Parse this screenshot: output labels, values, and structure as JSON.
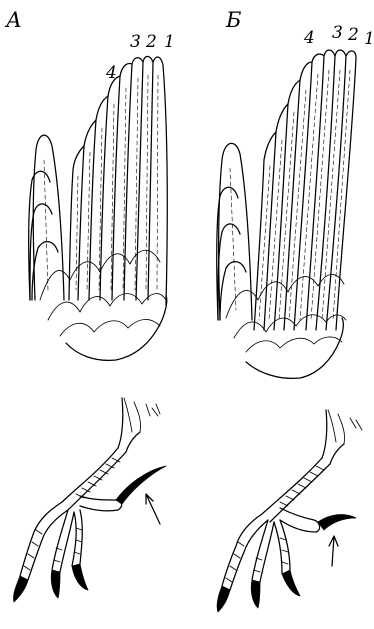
{
  "panels": {
    "left": {
      "letter": "А",
      "feather_numbers": [
        "4",
        "3",
        "2",
        "1"
      ]
    },
    "right": {
      "letter": "Б",
      "feather_numbers": [
        "4",
        "3",
        "2",
        "1"
      ]
    }
  }
}
